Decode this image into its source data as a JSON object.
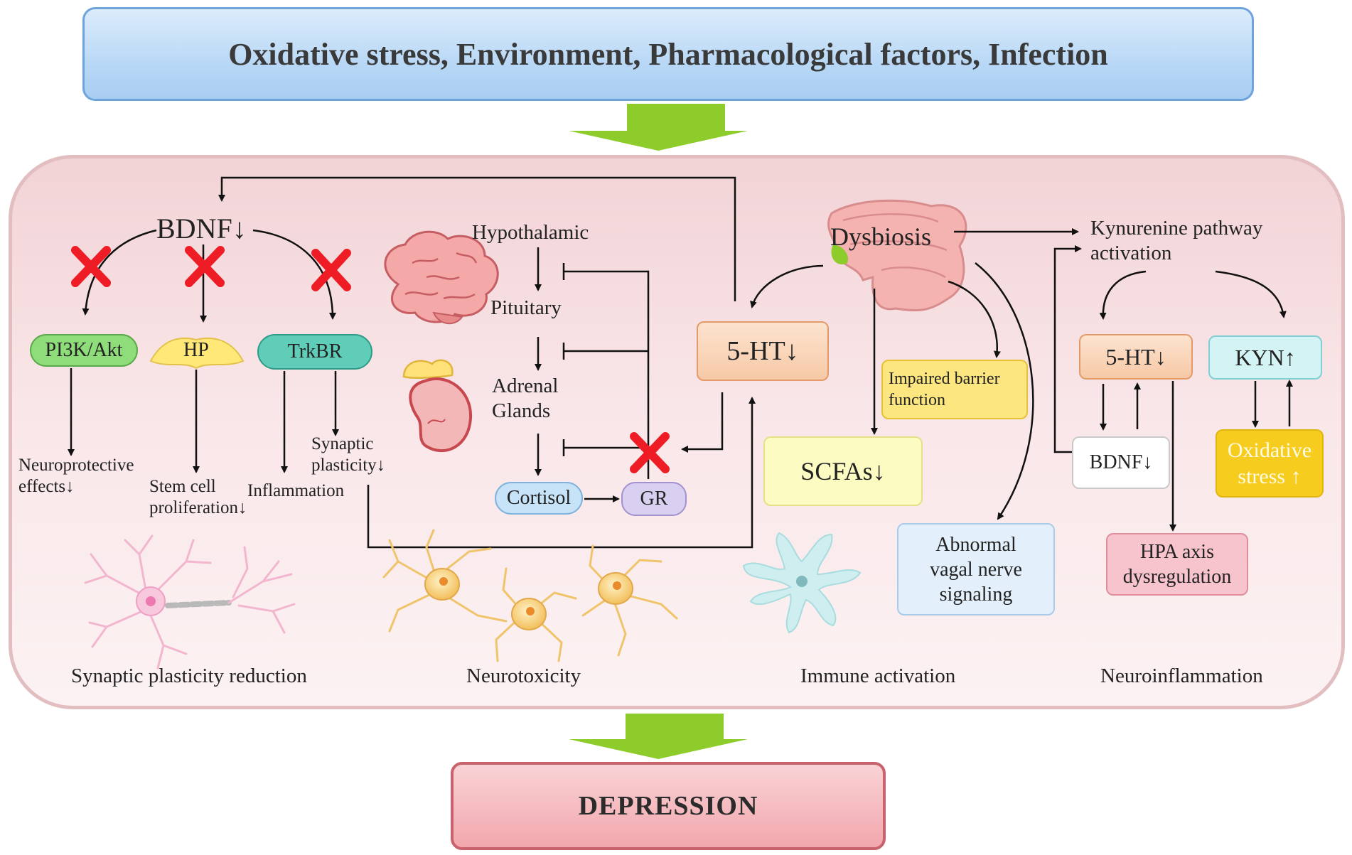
{
  "header": {
    "title": "Oxidative stress, Environment, Pharmacological factors, Infection"
  },
  "footer": {
    "title": "DEPRESSION"
  },
  "synaptic": {
    "bdnf": "BDNF↓",
    "pi3k": "PI3K/Akt",
    "hp": "HP",
    "trkbr": "TrkBR",
    "neuroprotective": [
      "Neuroprotective",
      "effects↓"
    ],
    "stem_cell": [
      "Stem cell",
      "proliferation↓"
    ],
    "inflammation": "Inflammation",
    "synaptic_plasticity": [
      "Synaptic",
      "plasticity↓"
    ],
    "caption": "Synaptic plasticity reduction"
  },
  "hpa": {
    "hypothalamic": "Hypothalamic",
    "pituitary": "Pituitary",
    "adrenal": [
      "Adrenal",
      "Glands"
    ],
    "cortisol": "Cortisol",
    "gr": "GR",
    "serotonin": "5-HT↓",
    "caption": "Neurotoxicity"
  },
  "gut": {
    "dysbiosis": "Dysbiosis",
    "impaired_barrier": [
      "Impaired barrier",
      "function"
    ],
    "scfas": "SCFAs↓",
    "vagal": [
      "Abnormal",
      "vagal nerve",
      "signaling"
    ],
    "caption": "Immune activation"
  },
  "kynurenine": {
    "title": [
      "Kynurenine pathway",
      "activation"
    ],
    "serotonin": "5-HT↓",
    "kyn": "KYN↑",
    "bdnf": "BDNF↓",
    "oxidative": [
      "Oxidative",
      "stress ↑"
    ],
    "hpa": [
      "HPA axis",
      "dysregulation"
    ],
    "caption": "Neuroinflammation"
  },
  "colors": {
    "arrow_green": "#8dcc2a",
    "inhibit_red": "#ee1c25",
    "pi3k_green": "#8fdc7a",
    "hp_yellow": "#ffe878",
    "trkbr_teal": "#5fcdb8",
    "serotonin_orange": "#f6c9a6",
    "yellow_box": "#fbe680",
    "scfas_yellow": "#fcfcc2",
    "vagal_blue": "#e3f0fb",
    "kyn_cyan": "#d4f3f4",
    "oxidative_gold": "#f6cd1e",
    "hpa_pink": "#f7c4cd",
    "cortisol_blue": "#c6e3f8",
    "gr_purple": "#d9cff0"
  }
}
